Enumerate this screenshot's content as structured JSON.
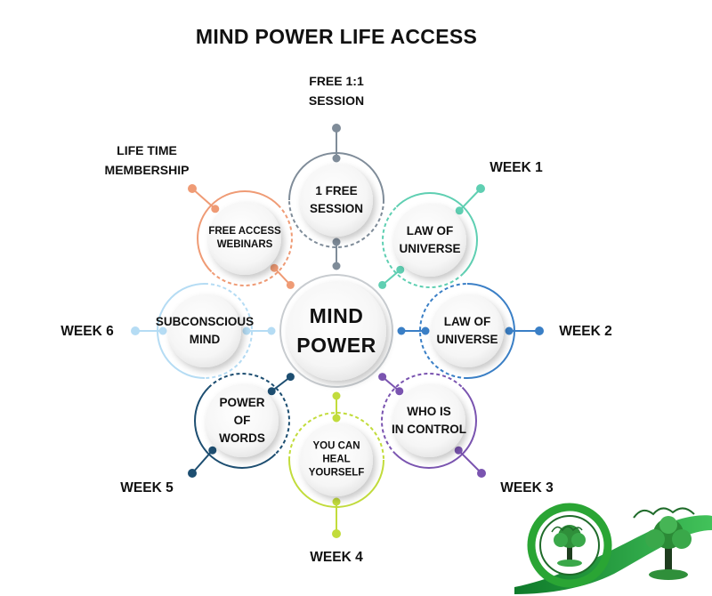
{
  "title": "MIND POWER LIFE ACCESS",
  "center": {
    "text": "MIND\nPOWER"
  },
  "nodes": [
    {
      "id": "free-session",
      "circle_text": "1 FREE\nSESSION",
      "label": "FREE 1:1\nSESSION",
      "color": "#7f8c99"
    },
    {
      "id": "week1",
      "circle_text": "LAW OF\nUNIVERSE",
      "label": "WEEK 1",
      "color": "#5fcfb2"
    },
    {
      "id": "week2",
      "circle_text": "LAW OF\nUNIVERSE",
      "label": "WEEK 2",
      "color": "#3a7fc6"
    },
    {
      "id": "week3",
      "circle_text": "WHO IS\nIN CONTROL",
      "label": "WEEK 3",
      "color": "#7a54b0"
    },
    {
      "id": "week4",
      "circle_text": "YOU CAN\nHEAL\nYOURSELF",
      "label": "WEEK 4",
      "color": "#c2dc3c"
    },
    {
      "id": "week5",
      "circle_text": "POWER\nOF\nWORDS",
      "label": "WEEK 5",
      "color": "#1d4e71"
    },
    {
      "id": "week6",
      "circle_text": "SUBCONSCIOUS\nMIND",
      "label": "WEEK 6",
      "color": "#b5dcf4"
    },
    {
      "id": "lifetime",
      "circle_text": "FREE ACCESS\nWEBINARS",
      "label": "LIFE TIME\nMEMBERSHIP",
      "color": "#ef9b75"
    }
  ],
  "colors": {
    "text": "#111111",
    "center_ring": "#c8ccd0",
    "logo_green": "#2aa534",
    "logo_dark": "#1f6b2a"
  }
}
